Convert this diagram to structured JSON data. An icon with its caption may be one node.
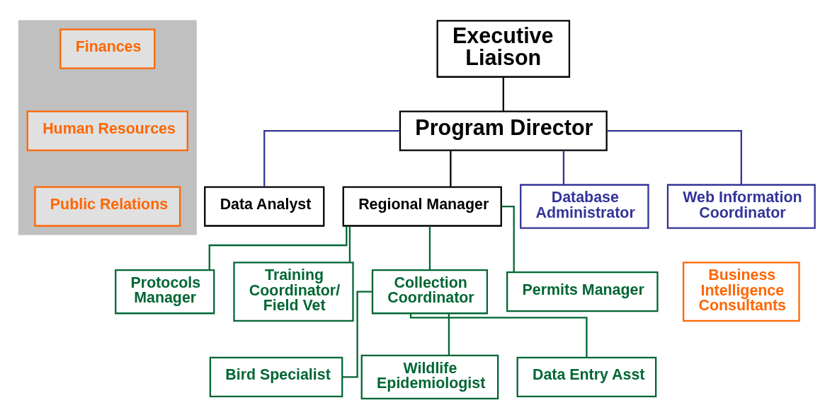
{
  "diagram": {
    "nodes": [
      {
        "text": [],
        "shape": "box"
      },
      {
        "text": [
          "Finances"
        ],
        "in": 0
      },
      {
        "text": [
          "Human Resources"
        ],
        "in": 0
      },
      {
        "text": [
          "Public Relations"
        ],
        "in": 0
      },
      {
        "text": [
          "Executive Liaison"
        ]
      },
      {
        "text": [
          "Program Director"
        ]
      },
      {
        "text": [
          "Data Analyst"
        ]
      },
      {
        "text": [
          "Regional Manager"
        ]
      },
      {
        "text": [
          "Database Administrator"
        ]
      },
      {
        "text": [
          "Web Information Coordinator"
        ]
      },
      {
        "text": [
          "Business Intelligence Consultants"
        ]
      },
      {
        "text": [
          "Protocols Manager"
        ]
      },
      {
        "text": [
          "Training Coordinator/ Field Vet"
        ]
      },
      {
        "text": [
          "Collection Coordinator"
        ]
      },
      {
        "text": [
          "Permits Manager"
        ]
      },
      {
        "text": [
          "Bird Specialist"
        ]
      },
      {
        "text": [
          "Wildlife Epidemiologist"
        ]
      },
      {
        "text": [
          "Data Entry Asst"
        ]
      }
    ],
    "edges": [
      {
        "from": 4,
        "to": 5,
        "arrow": "none",
        "color": "#000000"
      },
      {
        "from": 5,
        "to": 6,
        "arrow": "none",
        "color": "#333399"
      },
      {
        "from": 5,
        "to": 7,
        "arrow": "none",
        "color": "#000000"
      },
      {
        "from": 5,
        "to": 8,
        "arrow": "none",
        "color": "#333399"
      },
      {
        "from": 5,
        "to": 9,
        "arrow": "none",
        "color": "#333399"
      },
      {
        "from": 7,
        "to": 11,
        "arrow": "none",
        "color": "#006633"
      },
      {
        "from": 7,
        "to": 12,
        "arrow": "none",
        "color": "#006633"
      },
      {
        "from": 7,
        "to": 13,
        "arrow": "none",
        "color": "#006633"
      },
      {
        "from": 7,
        "to": 14,
        "arrow": "none",
        "color": "#006633"
      },
      {
        "from": 13,
        "to": 15,
        "arrow": "none",
        "color": "#006633"
      },
      {
        "from": 13,
        "to": 16,
        "arrow": "none",
        "color": "#006633"
      },
      {
        "from": 13,
        "to": 17,
        "arrow": "none",
        "color": "#006633"
      }
    ]
  }
}
